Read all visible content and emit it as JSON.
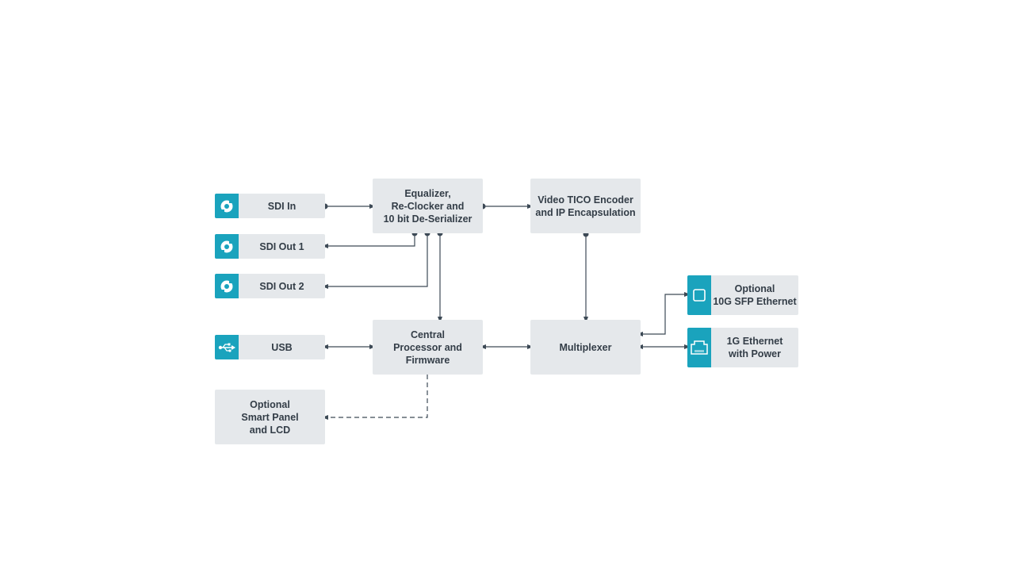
{
  "blocks": {
    "sdi_in": "SDI In",
    "sdi_out_1": "SDI Out 1",
    "sdi_out_2": "SDI Out 2",
    "usb": "USB",
    "smart_panel": "Optional\nSmart Panel\nand LCD",
    "equalizer": "Equalizer,\nRe-Clocker and\n10 bit De-Serializer",
    "encoder": "Video TICO Encoder\nand IP Encapsulation",
    "cpu": "Central\nProcessor and\nFirmware",
    "multiplexer": "Multiplexer",
    "sfp": "Optional\n10G SFP Ethernet",
    "ethernet": "1G Ethernet\nwith Power"
  },
  "icons": {
    "sdi_in": "bnc-connector-icon",
    "sdi_out_1": "bnc-connector-icon",
    "sdi_out_2": "bnc-connector-icon",
    "usb": "usb-icon",
    "sfp": "sfp-port-icon",
    "ethernet": "ethernet-port-icon"
  },
  "colors": {
    "accent": "#1aa3bd",
    "box": "#e5e8eb",
    "text": "#333d47",
    "line": "#3d4a56"
  }
}
